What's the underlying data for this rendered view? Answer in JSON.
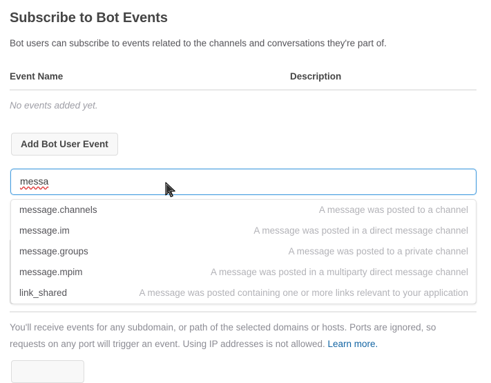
{
  "section": {
    "title": "Subscribe to Bot Events",
    "description": "Bot users can subscribe to events related to the channels and conversations they're part of."
  },
  "table": {
    "columns": {
      "event_name": "Event Name",
      "description": "Description"
    },
    "empty_message": "No events added yet."
  },
  "actions": {
    "add_bot_user_event": "Add Bot User Event"
  },
  "search": {
    "value": "messa",
    "spellcheck_underline": true
  },
  "dropdown": {
    "options": [
      {
        "name": "message.channels",
        "description": "A message was posted to a channel"
      },
      {
        "name": "message.im",
        "description": "A message was posted in a direct message channel"
      },
      {
        "name": "message.groups",
        "description": "A message was posted to a private channel"
      },
      {
        "name": "message.mpim",
        "description": "A message was posted in a multiparty direct message channel"
      },
      {
        "name": "link_shared",
        "description": "A message was posted containing one or more links relevant to your application"
      }
    ]
  },
  "footer": {
    "note": "You'll receive events for any subdomain, or path of the selected domains or hosts. Ports are ignored, so requests on any port will trigger an event. Using IP addresses is not allowed. ",
    "link_label": "Learn more."
  },
  "colors": {
    "focus_border": "#4a9fe0",
    "link": "#1264a3",
    "spellcheck": "#e03a3a",
    "text": "#454545",
    "muted_text": "#b3b3b8"
  }
}
